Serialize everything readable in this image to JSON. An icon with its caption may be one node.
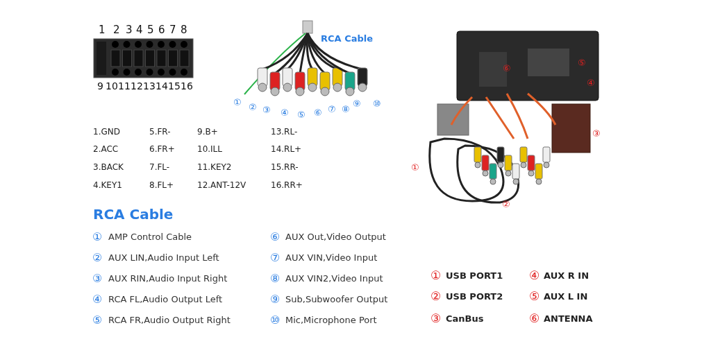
{
  "diagram": {
    "labels": [
      "1",
      "2",
      "3",
      "4",
      "5",
      "6",
      "7",
      "8",
      "9",
      "10",
      "11",
      "12",
      "13",
      "14",
      "15",
      "16",
      "RCA Cable",
      "①",
      "②",
      "③",
      "④",
      "⑤",
      "⑥",
      "⑦",
      "⑧",
      "⑨",
      "⑩",
      "1.GND",
      "5.FR-",
      "9.B+",
      "13.RL-",
      "2.ACC",
      "6.FR+",
      "10.ILL",
      "14.RL+",
      "3.BACK",
      "7.FL-",
      "11.KEY2",
      "15.RR-",
      "4.KEY1",
      "8.FL+",
      "12.ANT-12V",
      "16.RR+",
      "RCA Cable",
      "①",
      "AMP Control Cable",
      "⑥",
      "AUX Out,Video Output",
      "②",
      "AUX LIN,Audio Input Left",
      "⑦",
      "AUX VIN,Video Input",
      "③",
      "AUX RIN,Audio Input Right",
      "⑧",
      "AUX VIN2,Video Input",
      "④",
      "RCA FL,Audio Output Left",
      "⑨",
      "Sub,Subwoofer Output",
      "⑤",
      "RCA FR,Audio Output Right",
      "⑩",
      "Mic,Microphone Port",
      "⑤",
      "⑥",
      "④",
      "③",
      "①",
      "②",
      "①",
      "USB PORT1",
      "④",
      "AUX R IN",
      "②",
      "USB PORT2",
      "⑤",
      "AUX L IN",
      "③",
      "CanBus",
      "⑥",
      "ANTENNA"
    ]
  }
}
